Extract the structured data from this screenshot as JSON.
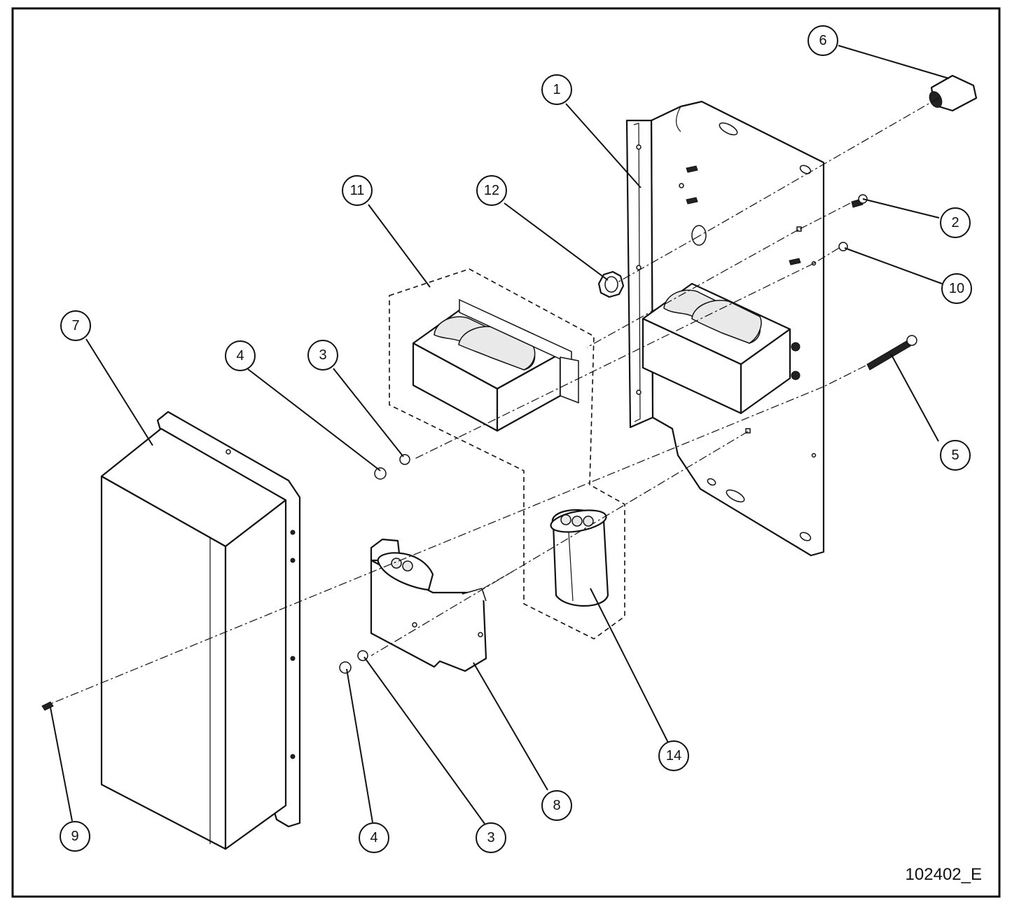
{
  "drawing_number": "102402_E",
  "callouts": [
    {
      "id": "1",
      "label": "1"
    },
    {
      "id": "2",
      "label": "2"
    },
    {
      "id": "3a",
      "label": "3"
    },
    {
      "id": "3b",
      "label": "3"
    },
    {
      "id": "4a",
      "label": "4"
    },
    {
      "id": "4b",
      "label": "4"
    },
    {
      "id": "5",
      "label": "5"
    },
    {
      "id": "6",
      "label": "6"
    },
    {
      "id": "7",
      "label": "7"
    },
    {
      "id": "8",
      "label": "8"
    },
    {
      "id": "9",
      "label": "9"
    },
    {
      "id": "10",
      "label": "10"
    },
    {
      "id": "11",
      "label": "11"
    },
    {
      "id": "12",
      "label": "12"
    },
    {
      "id": "14",
      "label": "14"
    }
  ]
}
